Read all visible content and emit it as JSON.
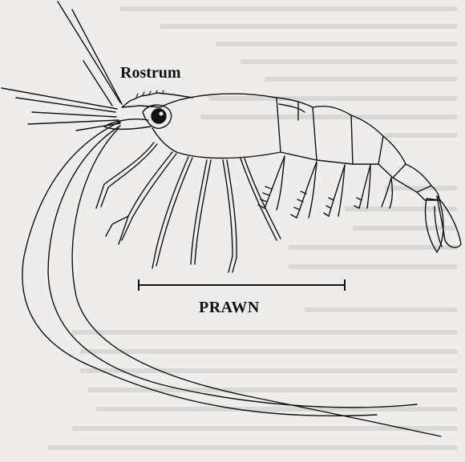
{
  "diagram": {
    "labels": {
      "rostrum": "Rostrum",
      "title": "PRAWN"
    },
    "colors": {
      "background": "#eeedeb",
      "ink": "#111111",
      "bleed_through_text": "#c9c7c3"
    },
    "has_scale_bar": true,
    "style": "line-drawing"
  }
}
